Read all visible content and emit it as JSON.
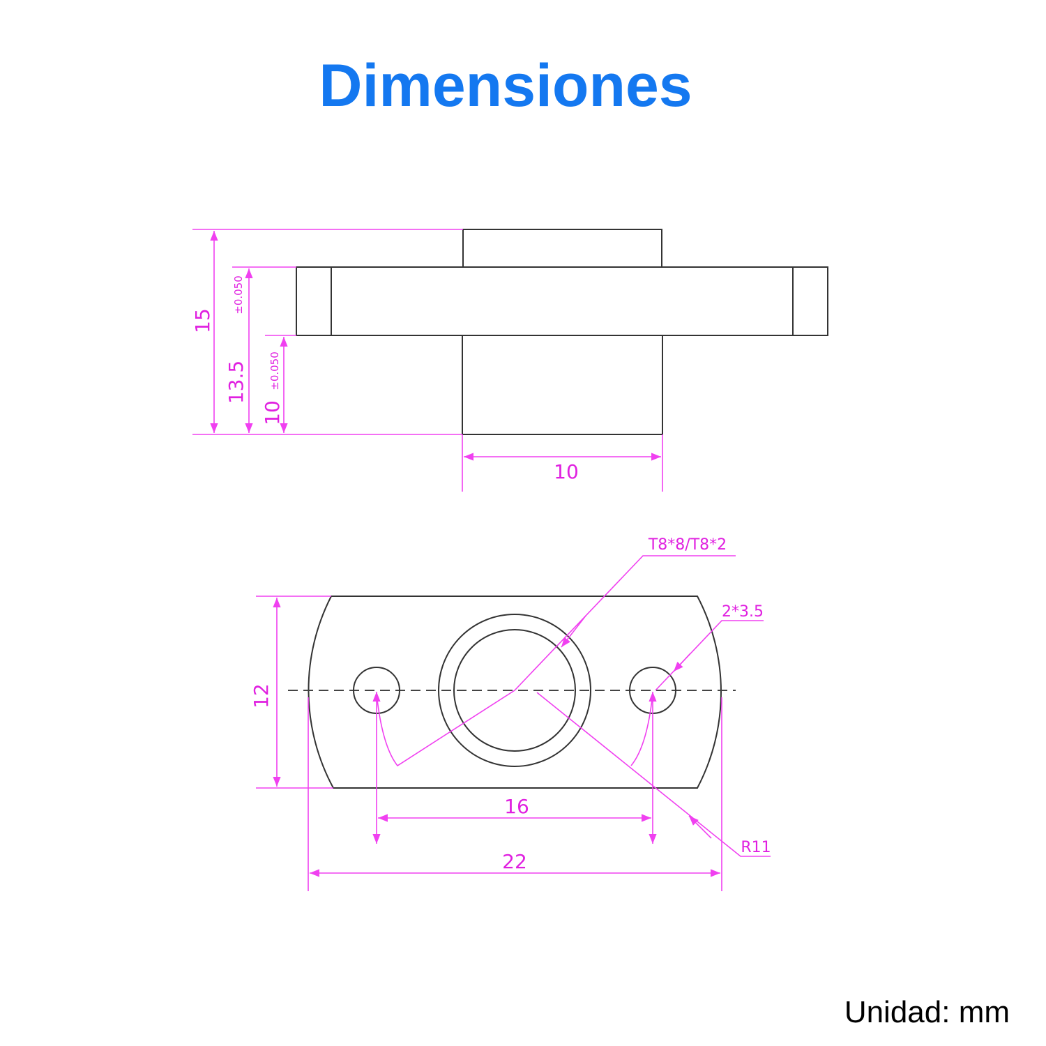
{
  "title": "Dimensiones",
  "unit_label": "Unidad: mm",
  "side_view": {
    "height_total": "15",
    "height_flange_top": "13.5",
    "height_flange_bottom": "10",
    "tolerance_1": "±0.050",
    "tolerance_2": "±0.050",
    "boss_width": "10"
  },
  "top_view": {
    "thread_label": "T8*8/T8*2",
    "holes_label": "2*3.5",
    "radius_label": "R11",
    "height": "12",
    "hole_spacing": "16",
    "total_width": "22"
  },
  "colors": {
    "title": "#1478f0",
    "dimension": "#f040f0",
    "part": "#333333"
  }
}
